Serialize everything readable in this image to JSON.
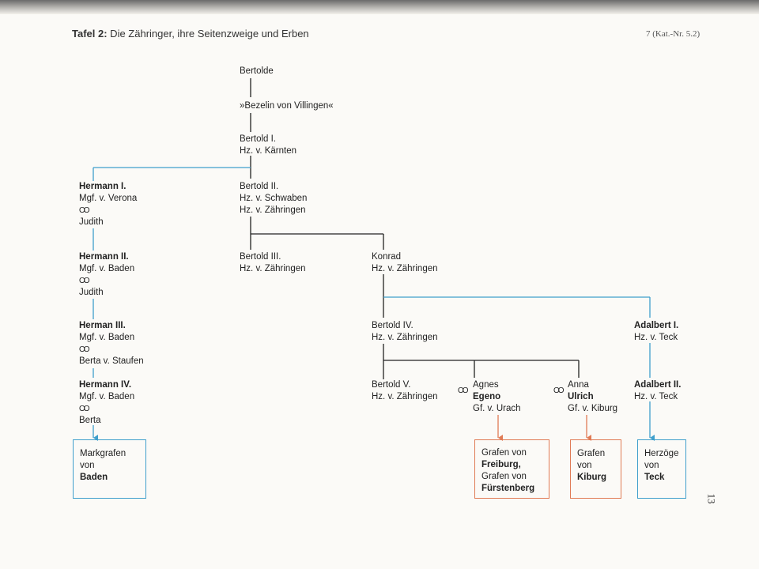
{
  "header": {
    "title_bold": "Tafel 2:",
    "title_rest": " Die Zähringer, ihre Seitenzweige und Erben",
    "catalog_ref": "7 (Kat.-Nr. 5.2)"
  },
  "marriage_symbol": "OO",
  "persons": {
    "bertolde": [
      "Bertolde"
    ],
    "bezelin": [
      "»Bezelin von Villingen«"
    ],
    "bertold1": [
      "Bertold I.",
      "Hz. v. Kärnten"
    ],
    "bertold2": [
      "Bertold II.",
      "Hz. v. Schwaben",
      "Hz. v. Zähringen"
    ],
    "hermann1": {
      "name": "Hermann I.",
      "title": "Mgf. v. Verona",
      "spouse": "Judith"
    },
    "hermann2": {
      "name": "Hermann II.",
      "title": "Mgf. v. Baden",
      "spouse": "Judith"
    },
    "hermann3": {
      "name": "Herman III.",
      "title": "Mgf. v. Baden",
      "spouse": "Berta v. Staufen"
    },
    "hermann4": {
      "name": "Hermann IV.",
      "title": "Mgf. v. Baden",
      "spouse": "Berta"
    },
    "bertold3": [
      "Bertold III.",
      "Hz. v. Zähringen"
    ],
    "konrad": [
      "Konrad",
      "Hz. v. Zähringen"
    ],
    "bertold4": [
      "Bertold IV.",
      "Hz. v. Zähringen"
    ],
    "bertold5": [
      "Bertold V.",
      "Hz. v. Zähringen"
    ],
    "agnes": {
      "name": "Agnes",
      "spouse": "Egeno",
      "title": "Gf. v. Urach"
    },
    "anna": {
      "name": "Anna",
      "spouse": "Ulrich",
      "title": "Gf. v. Kiburg"
    },
    "adalbert1": {
      "name": "Adalbert I.",
      "title": "Hz. v. Teck"
    },
    "adalbert2": {
      "name": "Adalbert II.",
      "title": "Hz. v. Teck"
    }
  },
  "heirs": {
    "baden": {
      "line1": "Markgrafen",
      "line2": "von",
      "line3": "Baden"
    },
    "freiburg": {
      "line1": "Grafen von",
      "line2": "Freiburg,",
      "line3": "Grafen von",
      "line4": "Fürstenberg"
    },
    "kiburg": {
      "line1": "Grafen",
      "line2": "von",
      "line3": "Kiburg"
    },
    "teck": {
      "line1": "Herzöge",
      "line2": "von",
      "line3": "Teck"
    }
  },
  "page_number": "13",
  "colors": {
    "black_line": "#222222",
    "blue_line": "#3f9fcc",
    "red_line": "#e07b55"
  }
}
